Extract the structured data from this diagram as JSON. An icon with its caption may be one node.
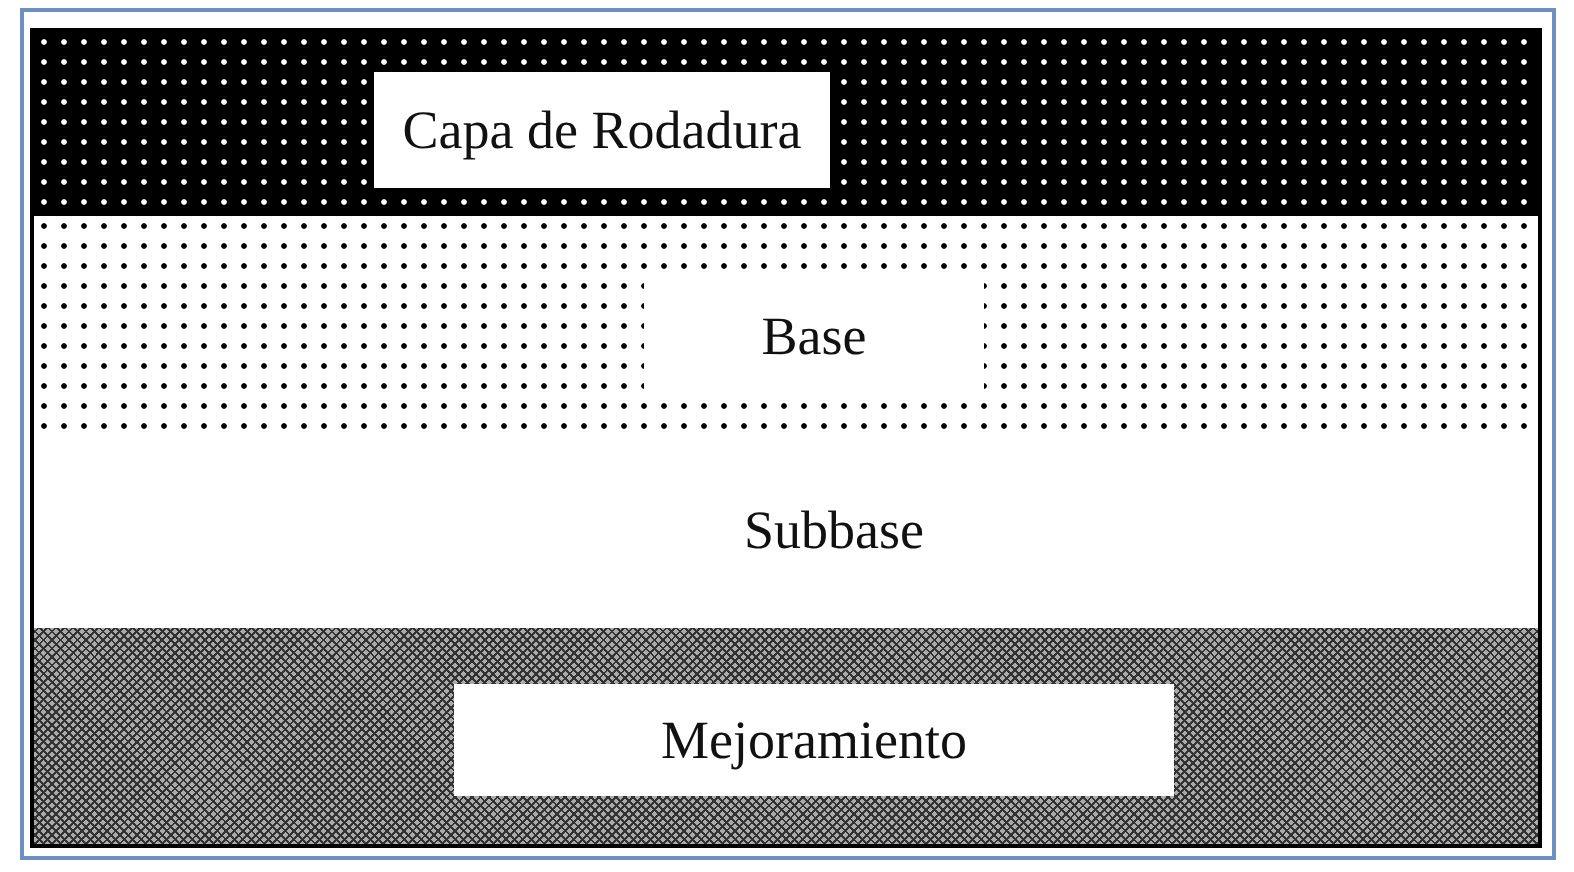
{
  "diagram": {
    "nodes": [
      {
        "text": [
          "Capa de Rodadura"
        ]
      },
      {
        "text": [
          "Base"
        ]
      },
      {
        "text": [
          "Subbase"
        ]
      },
      {
        "text": [
          "Mejoramiento"
        ]
      }
    ]
  }
}
